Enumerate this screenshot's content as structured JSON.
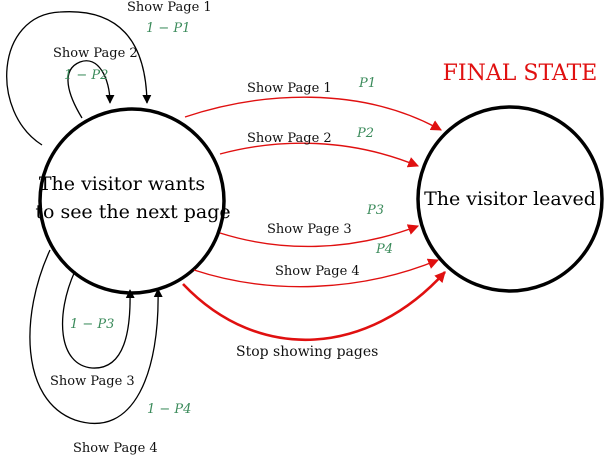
{
  "colors": {
    "black": "#000000",
    "red": "#e01010",
    "green": "#3a8a5a"
  },
  "final_state_label": "FINAL STATE",
  "states": {
    "start": {
      "line1": "The visitor wants",
      "line2": "to see the next page"
    },
    "end": {
      "label": "The visitor leaved"
    }
  },
  "self_loops": [
    {
      "label": "Show Page 1",
      "prob": "1 − P1"
    },
    {
      "label": "Show Page 2",
      "prob": "1 − P2"
    },
    {
      "label": "Show Page 3",
      "prob": "1 − P3"
    },
    {
      "label": "Show Page 4",
      "prob": "1 − P4"
    }
  ],
  "exit_edges": [
    {
      "label": "Show Page 1",
      "prob": "P1"
    },
    {
      "label": "Show Page 2",
      "prob": "P2"
    },
    {
      "label": "Show Page 3",
      "prob": "P3"
    },
    {
      "label": "Show Page 4",
      "prob": "P4"
    },
    {
      "label": "Stop showing pages"
    }
  ]
}
